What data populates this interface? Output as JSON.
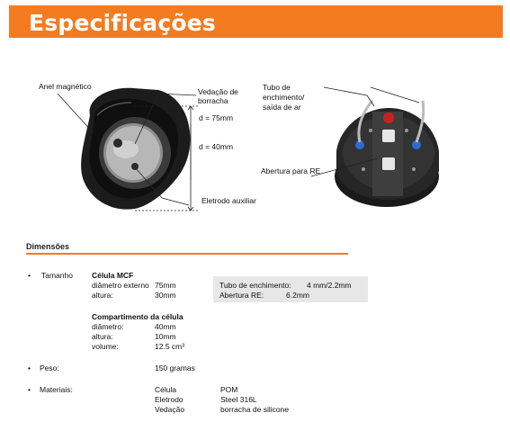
{
  "header": {
    "title": "Especificações"
  },
  "figure_left": {
    "labels": {
      "anel": "Anel magnético",
      "vedacao_1": "Vedação de",
      "vedacao_2": "borracha",
      "d75": "d = 75mm",
      "d40": "d = 40mm",
      "eletrodo": "Eletrodo auxiliar"
    }
  },
  "figure_right": {
    "labels": {
      "tubo_1": "Tubo de",
      "tubo_2": "enchimento/",
      "tubo_3": "saída de ar",
      "abertura": "Abertura para RE"
    }
  },
  "dimensions": {
    "title": "Dimensões",
    "tamanho": {
      "label": "Tamanho",
      "celula_heading": "Célula MCF",
      "rows": [
        {
          "label": "diâmetro externo",
          "value": "75mm"
        },
        {
          "label": "altura:",
          "value": "30mm"
        }
      ],
      "box_rows": [
        {
          "label": "Tubo de enchimento:",
          "value": "4 mm/2.2mm"
        },
        {
          "label": "Abertura RE:",
          "value": "6.2mm"
        }
      ],
      "compartimento_heading": "Compartimento da célula",
      "comp_rows": [
        {
          "label": "diâmetro:",
          "value": "40mm"
        },
        {
          "label": "altura:",
          "value": "10mm"
        },
        {
          "label": "volume:",
          "value": "12.5 cm³"
        }
      ]
    },
    "peso": {
      "label": "Peso:",
      "value": "150 gramas"
    },
    "materiais": {
      "label": "Materiais:",
      "rows": [
        {
          "part": "Célula",
          "material": "POM"
        },
        {
          "part": "Eletrodo",
          "material": "Steel 316L"
        },
        {
          "part": "Vedação",
          "material": "borracha de silicone"
        }
      ]
    }
  }
}
